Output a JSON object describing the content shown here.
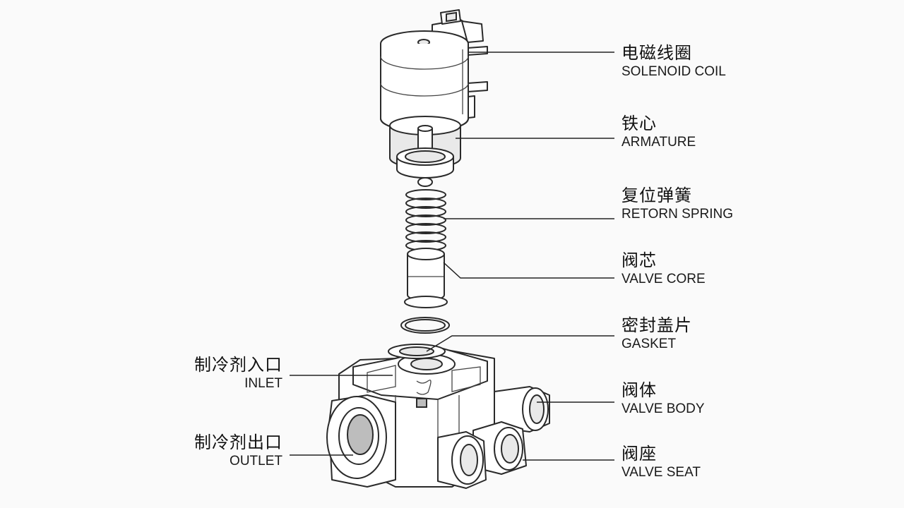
{
  "labels": {
    "coil": {
      "zh": "电磁线圈",
      "en": "SOLENOID COIL"
    },
    "armature": {
      "zh": "铁心",
      "en": "ARMATURE"
    },
    "spring": {
      "zh": "复位弹簧",
      "en": "RETORN SPRING"
    },
    "core": {
      "zh": "阀芯",
      "en": "VALVE CORE"
    },
    "gasket": {
      "zh": "密封盖片",
      "en": "GASKET"
    },
    "body": {
      "zh": "阀体",
      "en": "VALVE BODY"
    },
    "seat": {
      "zh": "阀座",
      "en": "VALVE SEAT"
    },
    "inlet": {
      "zh": "制冷剂入口",
      "en": "INLET"
    },
    "outlet": {
      "zh": "制冷剂出口",
      "en": "OUTLET"
    }
  }
}
